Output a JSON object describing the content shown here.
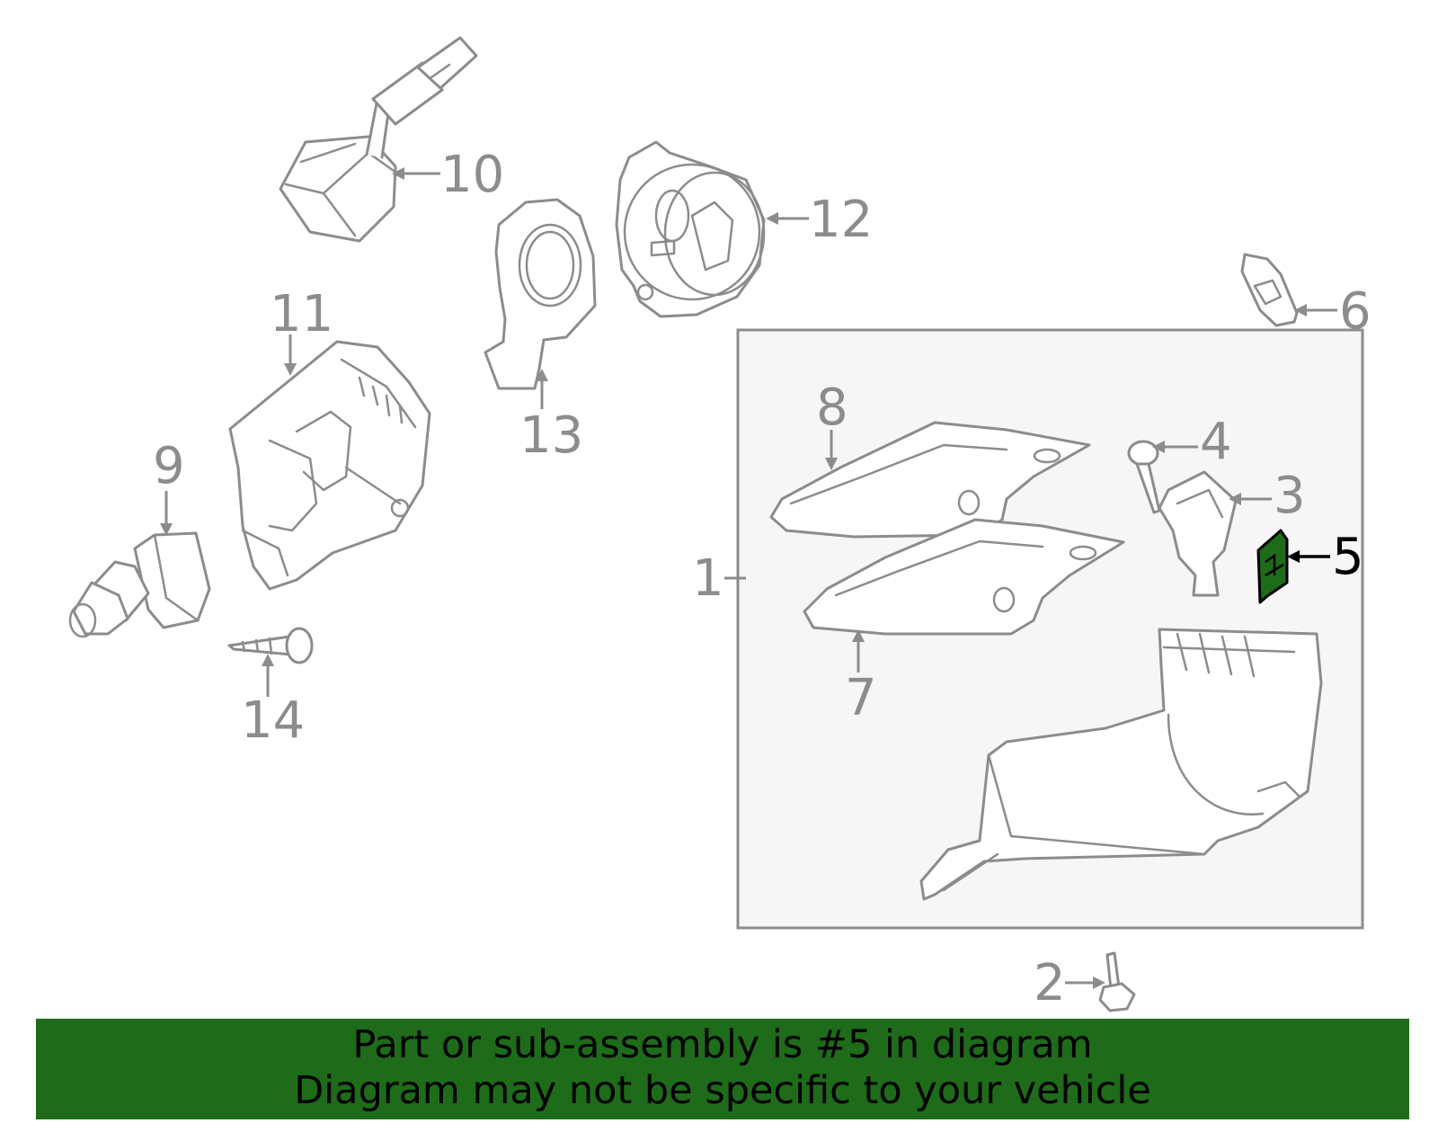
{
  "callouts": {
    "c1": "1",
    "c2": "2",
    "c3": "3",
    "c4": "4",
    "c5": "5",
    "c6": "6",
    "c7": "7",
    "c8": "8",
    "c9": "9",
    "c10": "10",
    "c11": "11",
    "c12": "12",
    "c13": "13",
    "c14": "14"
  },
  "highlight": {
    "part_number": "5",
    "color": "#1e6b1a"
  },
  "colors": {
    "outline": "#8c8c8c",
    "assembly_box": "#f6f6f6",
    "banner": "#1e6b1a"
  },
  "banner": {
    "line1": "Part or sub-assembly is #5 in diagram",
    "line2": "Diagram may not be specific to your vehicle"
  }
}
